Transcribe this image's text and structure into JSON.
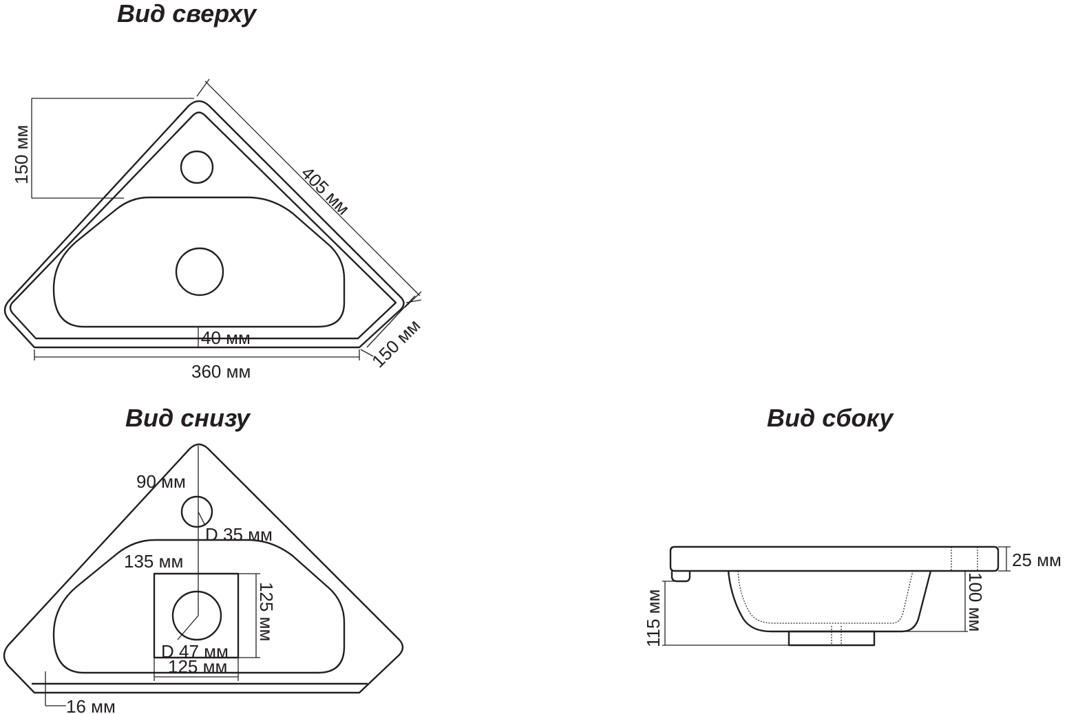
{
  "views": {
    "top": {
      "title": "Вид сверху",
      "dims": {
        "left_height": "150 мм",
        "diagonal": "405 мм",
        "right_side": "150 мм",
        "rim": "40 мм",
        "width": "360 мм"
      }
    },
    "bottom": {
      "title": "Вид снизу",
      "dims": {
        "tap_offset": "90 мм",
        "tap_diameter": "D 35 мм",
        "drain_offset": "135 мм",
        "square_height": "125 мм",
        "drain_diameter": "D 47 мм",
        "square_width": "125 мм",
        "edge": "16 мм"
      }
    },
    "side": {
      "title": "Вид сбоку",
      "dims": {
        "thickness": "25 мм",
        "bowl_depth": "100 мм",
        "total_height": "115 мм"
      }
    }
  }
}
